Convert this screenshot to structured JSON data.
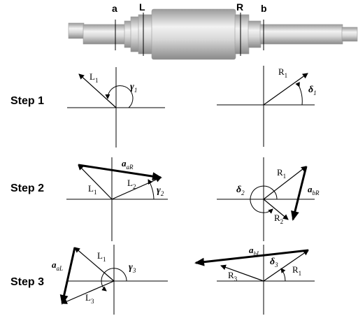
{
  "shaft": {
    "label_a": "a",
    "label_L": "L",
    "label_R": "R",
    "label_b": "b"
  },
  "steps": [
    {
      "title": "Step 1",
      "left": {
        "vec1": {
          "base": "L",
          "sub": "1"
        },
        "angle": {
          "sym": "γ",
          "sub": "1"
        }
      },
      "right": {
        "vec1": {
          "base": "R",
          "sub": "1"
        },
        "angle": {
          "sym": "δ",
          "sub": "1"
        }
      }
    },
    {
      "title": "Step 2",
      "left": {
        "vec1": {
          "base": "L",
          "sub": "1"
        },
        "vec2": {
          "base": "L",
          "sub": "2"
        },
        "result": {
          "base": "a",
          "sub": "aR"
        },
        "angle": {
          "sym": "γ",
          "sub": "2"
        }
      },
      "right": {
        "vec1": {
          "base": "R",
          "sub": "1"
        },
        "vec2": {
          "base": "R",
          "sub": "2"
        },
        "result": {
          "base": "a",
          "sub": "bR"
        },
        "angle": {
          "sym": "δ",
          "sub": "2"
        }
      }
    },
    {
      "title": "Step 3",
      "left": {
        "vec1": {
          "base": "L",
          "sub": "1"
        },
        "vec2": {
          "base": "L",
          "sub": "3"
        },
        "result": {
          "base": "a",
          "sub": "aL"
        },
        "angle": {
          "sym": "γ",
          "sub": "3"
        }
      },
      "right": {
        "vec1": {
          "base": "R",
          "sub": "1"
        },
        "vec2": {
          "base": "R",
          "sub": "3"
        },
        "result": {
          "base": "a",
          "sub": "bL"
        },
        "angle": {
          "sym": "δ",
          "sub": "3"
        }
      }
    }
  ]
}
